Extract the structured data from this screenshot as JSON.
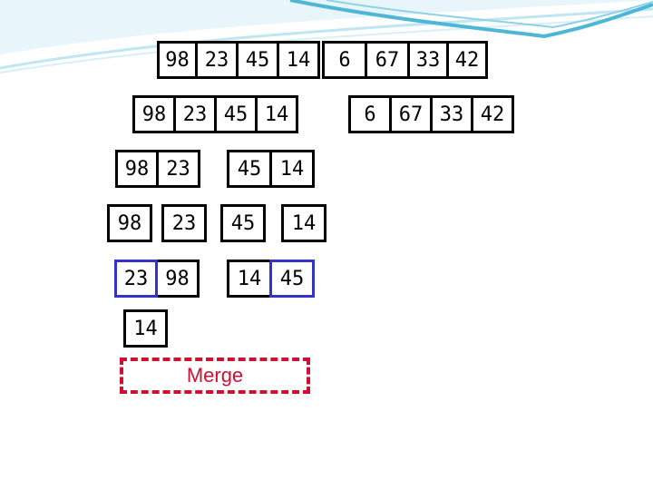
{
  "rows": {
    "l0_left": [
      "98",
      "23",
      "45",
      "14"
    ],
    "l0_right": [
      "6",
      "67",
      "33",
      "42"
    ],
    "l1_left": [
      "98",
      "23",
      "45",
      "14"
    ],
    "l1_right": [
      "6",
      "67",
      "33",
      "42"
    ],
    "l2_a": [
      "98",
      "23"
    ],
    "l2_b": [
      "45",
      "14"
    ],
    "l3_a": [
      "98"
    ],
    "l3_b": [
      "23"
    ],
    "l3_c": [
      "45"
    ],
    "l3_d": [
      "14"
    ],
    "l4_a": [
      "23",
      "98"
    ],
    "l4_b": [
      "14",
      "45"
    ],
    "l5_a": [
      "14"
    ]
  },
  "merge_label": "Merge",
  "colors": {
    "cell_border": "#000000",
    "highlight_border": "#3333cc",
    "merge_color": "#cc1133",
    "wave_light": "#bfe6f2",
    "wave_dark": "#4fb7d6"
  }
}
